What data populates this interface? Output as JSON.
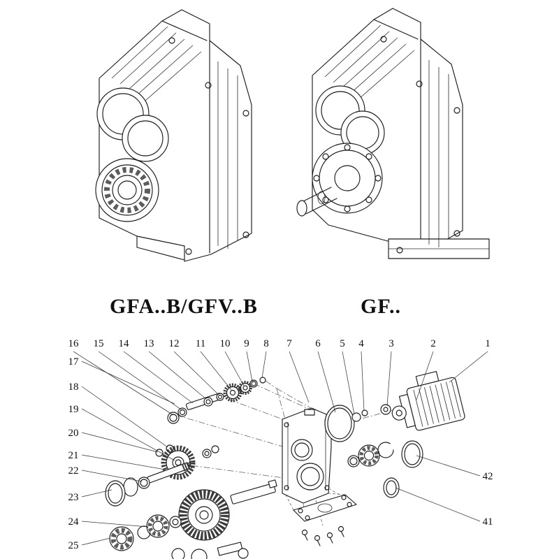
{
  "models": {
    "left": "GFA..B/GFV..B",
    "right": "GF.."
  },
  "callouts": {
    "top": [
      "16",
      "15",
      "14",
      "13",
      "12",
      "11",
      "10",
      "9",
      "8",
      "7",
      "6",
      "5",
      "4",
      "3",
      "2",
      "1"
    ],
    "left": [
      "17",
      "18",
      "19",
      "20",
      "21",
      "22",
      "23",
      "24",
      "25"
    ],
    "right": [
      "42",
      "41"
    ]
  },
  "colors": {
    "line": "#1b1b1b",
    "background": "#ffffff"
  }
}
